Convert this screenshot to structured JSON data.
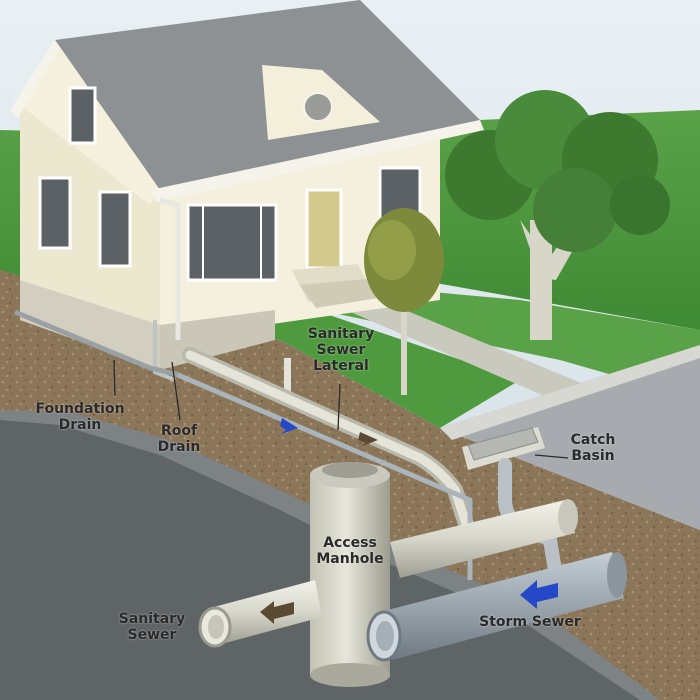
{
  "labels": {
    "sanitary_sewer_lateral": [
      "Sanitary",
      "Sewer",
      "Lateral"
    ],
    "foundation_drain": [
      "Foundation",
      "Drain"
    ],
    "roof_drain": [
      "Roof",
      "Drain"
    ],
    "catch_basin": [
      "Catch",
      "Basin"
    ],
    "access_manhole": [
      "Access",
      "Manhole"
    ],
    "sanitary_sewer": [
      "Sanitary",
      "Sewer"
    ],
    "storm_sewer": "Storm Sewer"
  },
  "colors": {
    "sky": "#e3ecf1",
    "lawn": "#4e9940",
    "roof": "#8e9194",
    "house_wall": "#f1eedc",
    "soil": "#8a7457",
    "pipe": "#d8d8cc",
    "storm_pipe": "#9aa4ad",
    "flow_arrow": "#2448c8",
    "sewage_arrow": "#5a4a32"
  }
}
